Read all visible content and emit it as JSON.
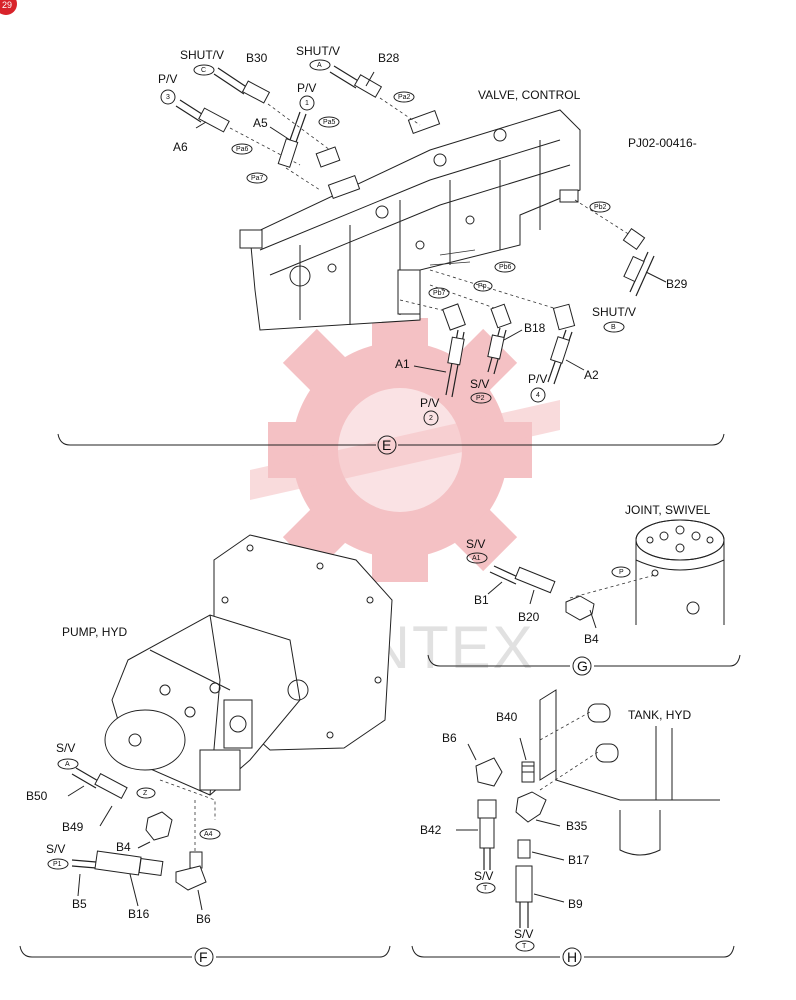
{
  "badge": {
    "text": "29",
    "color": "#d8232a"
  },
  "drawing_no": "PJ02-00416-",
  "watermark": {
    "text": "MINTEX",
    "color": "#e8434a"
  },
  "sections": {
    "E": {
      "letter": "E",
      "title": "VALVE, CONTROL",
      "labels": {
        "shutv_c": "SHUT/V",
        "tag_c": "C",
        "b30": "B30",
        "shutv_a": "SHUT/V",
        "tag_a": "A",
        "b28": "B28",
        "pv3": "P/V",
        "num3": "3",
        "a6": "A6",
        "pa6": "Pa6",
        "pv1": "P/V",
        "num1": "1",
        "a5": "A5",
        "pa5": "Pa5",
        "pa2": "Pa2",
        "pa7": "Pa7",
        "pb2": "Pb2",
        "pb6": "Pb6",
        "pp": "Pp",
        "pb7": "Pb7",
        "b29": "B29",
        "shutv_b": "SHUT/V",
        "tag_b": "B",
        "b18": "B18",
        "a1": "A1",
        "sv_p2": "S/V",
        "tag_p2": "P2",
        "pv2": "P/V",
        "num2": "2",
        "pv4": "P/V",
        "num4": "4",
        "a2": "A2"
      }
    },
    "F": {
      "letter": "F",
      "title": "PUMP, HYD",
      "labels": {
        "sv_a": "S/V",
        "tag_a": "A",
        "b50": "B50",
        "b49": "B49",
        "z": "Z",
        "a4": "A4",
        "b4": "B4",
        "sv_p1": "S/V",
        "tag_p1": "P1",
        "b5": "B5",
        "b16": "B16",
        "b6": "B6"
      }
    },
    "G": {
      "letter": "G",
      "title": "JOINT, SWIVEL",
      "labels": {
        "sv_a1": "S/V",
        "tag_a1": "A1",
        "b1": "B1",
        "b20": "B20",
        "b4": "B4",
        "p": "P"
      }
    },
    "H": {
      "letter": "H",
      "title": "TANK, HYD",
      "labels": {
        "b40": "B40",
        "b6": "B6",
        "b35": "B35",
        "b42": "B42",
        "b17": "B17",
        "sv_t1": "S/V",
        "tag_t1": "T",
        "b9": "B9",
        "sv_t2": "S/V",
        "tag_t2": "T"
      }
    }
  }
}
